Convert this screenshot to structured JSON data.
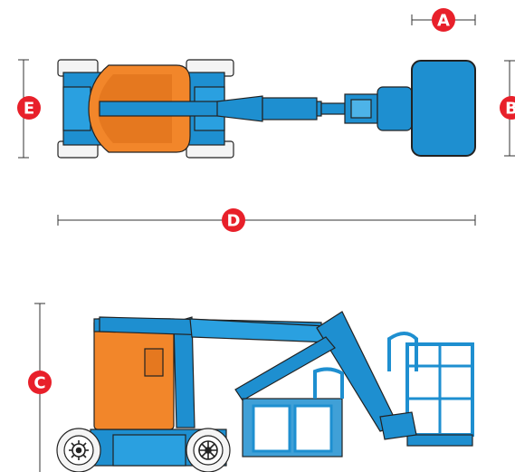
{
  "dimensions": [
    {
      "id": "A",
      "label": "A"
    },
    {
      "id": "B",
      "label": "B"
    },
    {
      "id": "C",
      "label": "C"
    },
    {
      "id": "D",
      "label": "D"
    },
    {
      "id": "E",
      "label": "E"
    }
  ],
  "colors": {
    "badge": "#e8202a",
    "boom_blue": "#1e8fd0",
    "chassis_orange": "#f2862a",
    "tire_white": "#f4f4f4",
    "outline": "#222222",
    "dim_line": "#333333"
  },
  "icons": [
    "gear-hub-icon",
    "wheel-hub-icon"
  ]
}
